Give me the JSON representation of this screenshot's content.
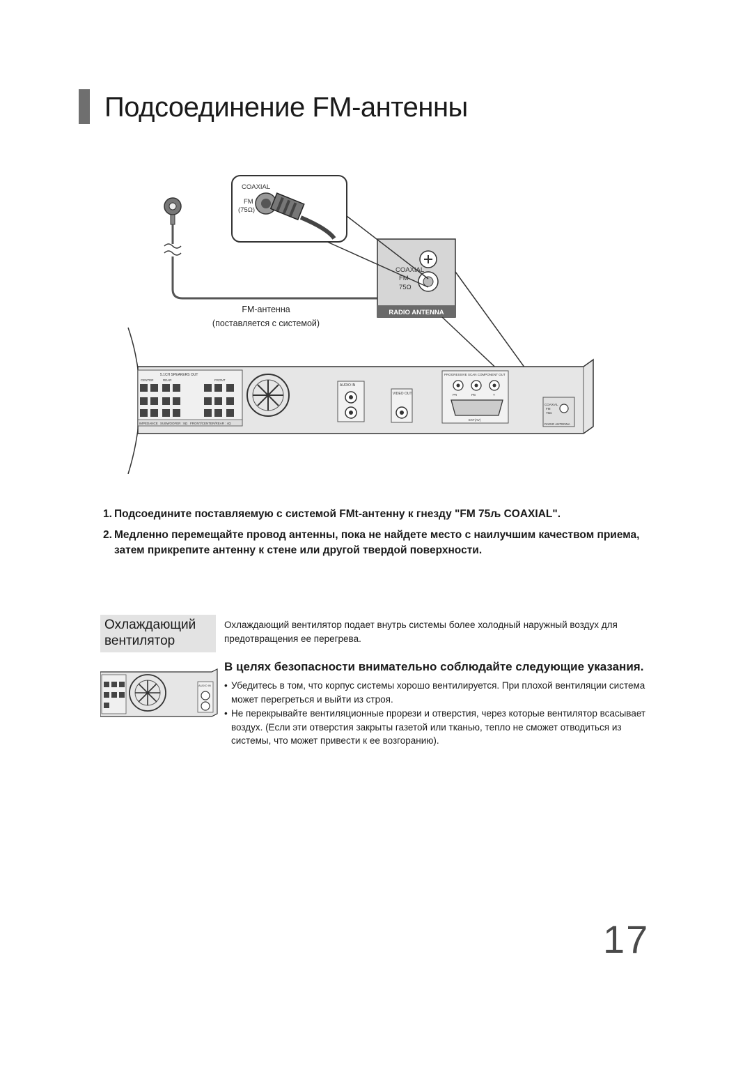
{
  "page": {
    "title": "Подсоединение FM-антенны",
    "number": "17"
  },
  "diagram": {
    "zoom_coaxial": "COAXIAL",
    "zoom_fm": "FM",
    "zoom_ohm": "(75Ω)",
    "panel_coaxial": "COAXIAL",
    "panel_fm": "FM",
    "panel_ohm": "75Ω",
    "panel_radio": "RADIO ANTENNA",
    "antenna_label": "FM-антенна",
    "antenna_sub": "(поставляется с системой)",
    "rear": {
      "speakers_out": "5.1CH SPEAKERS OUT",
      "center": "CENTER",
      "rear": "REAR",
      "front": "FRONT",
      "impedance": "IMPEDANCE",
      "subwoofer": "SUBWOOFER : 8Ω",
      "front_center_rear": "FRONT/CENTER/REAR : 4Ω",
      "audio_in": "AUDIO IN",
      "video_out": "VIDEO OUT",
      "component_out": "PROGRESSIVE SCAN COMPONENT OUT",
      "pr": "PR",
      "pb": "PB",
      "y": "Y",
      "ext": "EXT(AV)",
      "coaxial": "COAXIAL",
      "fm": "FM",
      "ohm": "75Ω",
      "radio": "RADIO ANTENNA"
    }
  },
  "steps": [
    {
      "num": "1.",
      "text": "Подсоедините поставляемую с системой FMt-антенну к гнезду \"FM 75љ COAXIAL\"."
    },
    {
      "num": "2.",
      "text": "Медленно перемещайте провод антенны, пока не найдете место с наилучшим качеством приема, затем прикрепите антенну к стене или другой твердой поверхности."
    }
  ],
  "fan": {
    "heading_line1": "Охлаждающий",
    "heading_line2": "вентилятор",
    "text": "Охлаждающий вентилятор подает внутрь системы более холодный наружный воздух для предотвращения ее перегрева.",
    "thumb_audio_in": "AUDIO IN"
  },
  "safety": {
    "heading": "В целях безопасности внимательно соблюдайте следующие указания.",
    "bullets": [
      "Убедитесь в том, что корпус системы хорошо вентилируется. При плохой вентиляции система может перегреться и выйти из строя.",
      "Не перекрывайте вентиляционные прорези и отверстия, через которые вентилятор всасывает воздух. (Если эти отверстия закрыты газетой или тканью, тепло не сможет отводиться из системы, что может привести к ее возгоранию)."
    ]
  }
}
